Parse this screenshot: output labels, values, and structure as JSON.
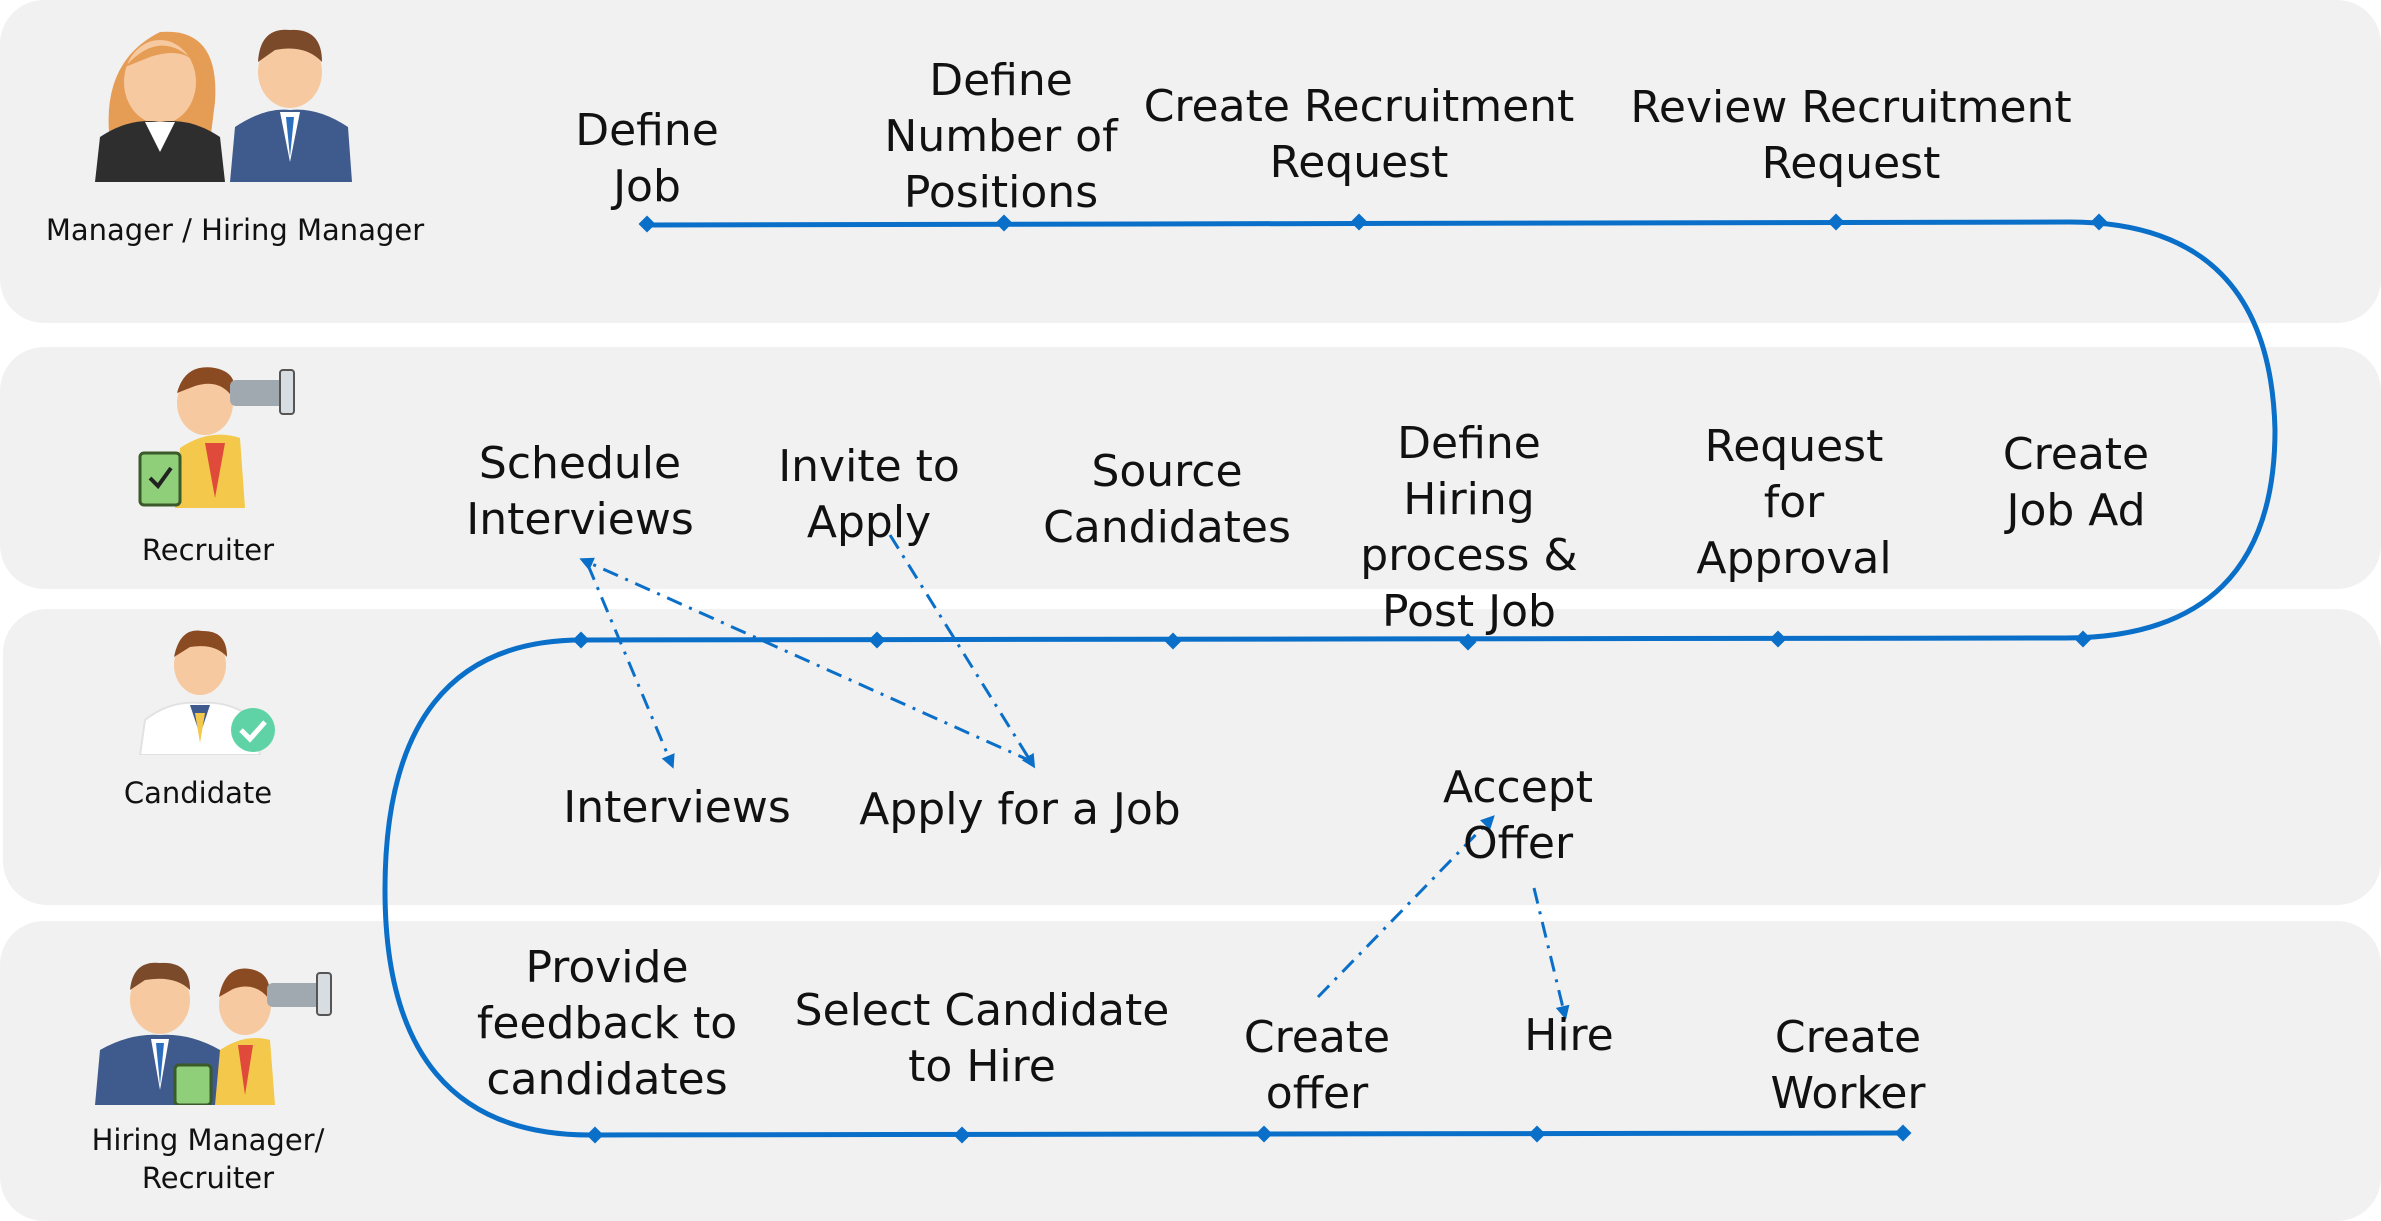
{
  "roles": {
    "manager": "Manager / Hiring Manager",
    "recruiter": "Recruiter",
    "candidate": "Candidate",
    "hiring_recruiter": "Hiring Manager/\nRecruiter"
  },
  "steps": {
    "define_job": "Define\nJob",
    "define_positions": "Define\nNumber of\nPositions",
    "create_request": "Create Recruitment\nRequest",
    "review_request": "Review Recruitment\nRequest",
    "create_job_ad": "Create\nJob Ad",
    "request_approval": "Request\nfor\nApproval",
    "define_hiring": "Define\nHiring\nprocess &\nPost Job",
    "source_candidates": "Source\nCandidates",
    "invite_apply": "Invite to\nApply",
    "schedule_interviews": "Schedule\nInterviews",
    "interviews": "Interviews",
    "apply_job": "Apply for a Job",
    "accept_offer": "Accept\nOffer",
    "provide_feedback": "Provide\nfeedback to\ncandidates",
    "select_candidate": "Select Candidate\nto Hire",
    "create_offer": "Create\noffer",
    "hire": "Hire",
    "create_worker": "Create\nWorker"
  },
  "colors": {
    "flow": "#0a6fc8",
    "lane": "#f1f1f1"
  },
  "icons": [
    "manager-pair-icon",
    "recruiter-binoculars-icon",
    "candidate-check-icon",
    "hiring-team-icon"
  ]
}
